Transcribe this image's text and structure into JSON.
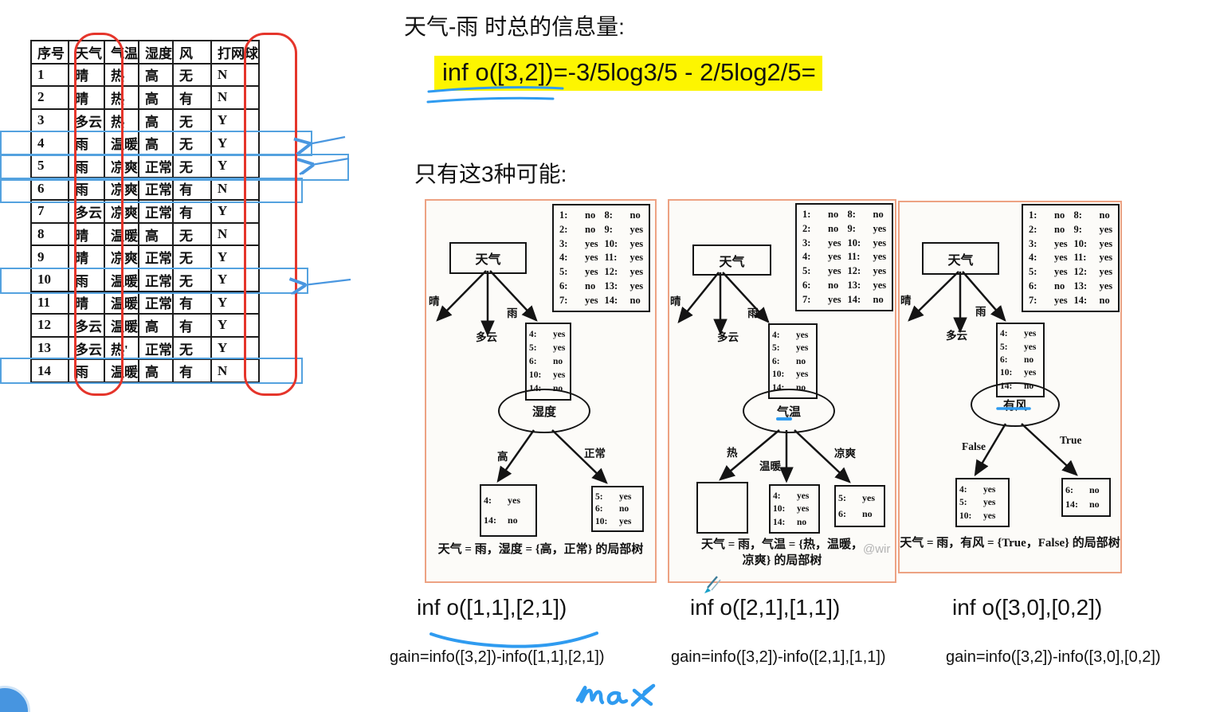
{
  "page": {
    "title": "天气-雨 时总的信息量:",
    "highlight_formula": "inf o([3,2])=-3/5log3/5 - 2/5log2/5=",
    "subtitle": "只有这3种可能:"
  },
  "table": {
    "headers": [
      "序号",
      "天气",
      "气温",
      "湿度",
      "风",
      "打网球"
    ],
    "rows": [
      [
        "1",
        "晴",
        "热",
        "高",
        "无",
        "N"
      ],
      [
        "2",
        "晴",
        "热",
        "高",
        "有",
        "N"
      ],
      [
        "3",
        "多云",
        "热",
        "高",
        "无",
        "Y"
      ],
      [
        "4",
        "雨",
        "温暖",
        "高",
        "无",
        "Y"
      ],
      [
        "5",
        "雨",
        "凉爽",
        "正常",
        "无",
        "Y"
      ],
      [
        "6",
        "雨",
        "凉爽",
        "正常",
        "有",
        "N"
      ],
      [
        "7",
        "多云",
        "凉爽",
        "正常",
        "有",
        "Y"
      ],
      [
        "8",
        "晴",
        "温暖",
        "高",
        "无",
        "N"
      ],
      [
        "9",
        "晴",
        "凉爽",
        "正常",
        "无",
        "Y"
      ],
      [
        "10",
        "雨",
        "温暖",
        "正常",
        "无",
        "Y"
      ],
      [
        "11",
        "晴",
        "温暖",
        "正常",
        "有",
        "Y"
      ],
      [
        "12",
        "多云",
        "温暖",
        "高",
        "有",
        "Y"
      ],
      [
        "13",
        "多云",
        "热'",
        "正常",
        "无",
        "Y"
      ],
      [
        "14",
        "雨",
        "温暖",
        "高",
        "有",
        "N"
      ]
    ],
    "highlighted_rows": [
      4,
      5,
      6,
      10,
      14
    ],
    "arrowed_rows": [
      4,
      5,
      10
    ]
  },
  "legend": {
    "col1": [
      "1: no",
      "2: no",
      "3: yes",
      "4: yes",
      "5: yes",
      "6: no",
      "7: yes"
    ],
    "col2": [
      "8: no",
      "9: yes",
      "10: yes",
      "11: yes",
      "12: yes",
      "13: yes",
      "14: no"
    ]
  },
  "rain_subset": [
    "4: yes",
    "5: yes",
    "6: no",
    "10: yes",
    "14: no"
  ],
  "trees": [
    {
      "root": "天气",
      "branch_sun": "晴",
      "branch_cloud": "多云",
      "branch_rain": "雨",
      "split": "湿度",
      "split_labels": [
        "高",
        "正常"
      ],
      "leaf1": [
        "4: yes",
        "14: no"
      ],
      "leaf2": [
        "5: yes",
        "6: no",
        "10: yes"
      ],
      "caption": [
        "天气 = 雨，湿度 = {高，正常} 的局部树"
      ],
      "inf": "inf o([1,1],[2,1])",
      "gain": "gain=info([3,2])-info([1,1],[2,1])"
    },
    {
      "root": "天气",
      "branch_sun": "晴",
      "branch_cloud": "多云",
      "branch_rain": "雨",
      "split": "气温",
      "split_labels": [
        "热",
        "温暖",
        "凉爽"
      ],
      "leaf1": [],
      "leaf2": [
        "4: yes",
        "10: yes",
        "14: no"
      ],
      "leaf3": [
        "5: yes",
        "6: no"
      ],
      "caption": [
        "天气 = 雨，气温 = {热，温暖，",
        "凉爽} 的局部树"
      ],
      "inf": "inf o([2,1],[1,1])",
      "gain": "gain=info([3,2])-info([2,1],[1,1])"
    },
    {
      "root": "天气",
      "branch_sun": "晴",
      "branch_cloud": "多云",
      "branch_rain": "雨",
      "split": "有风",
      "split_labels": [
        "False",
        "True"
      ],
      "leaf1": [
        "4: yes",
        "5: yes",
        "10: yes"
      ],
      "leaf2": [
        "6: no",
        "14: no"
      ],
      "caption": [
        "天气 = 雨，有风 = {True，False} 的局部树"
      ],
      "inf": "inf o([3,0],[0,2])",
      "gain": "gain=info([3,2])-info([3,0],[0,2])"
    }
  ],
  "annotations": {
    "handwritten_note": "max",
    "watermark": "@wir"
  },
  "colors": {
    "highlight_yellow": "#fdf500",
    "annotation_blue": "#2f9bf0",
    "table_outline_red": "#e5352b",
    "row_outline_blue": "#54a2df",
    "panel_border_orange": "#eda283"
  }
}
